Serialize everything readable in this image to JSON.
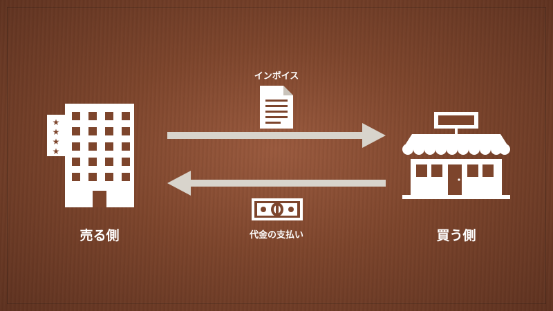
{
  "seller": {
    "label": "売る側"
  },
  "buyer": {
    "label": "買う側"
  },
  "invoice": {
    "label": "インボイス"
  },
  "payment": {
    "label": "代金の支払い"
  },
  "colors": {
    "background": "#7d452c",
    "icon": "#ffffff",
    "arrow": "#d8d4cc"
  },
  "icons": {
    "seller": "hotel-building-icon",
    "buyer": "store-icon",
    "invoice": "document-icon",
    "payment": "banknote-icon"
  }
}
